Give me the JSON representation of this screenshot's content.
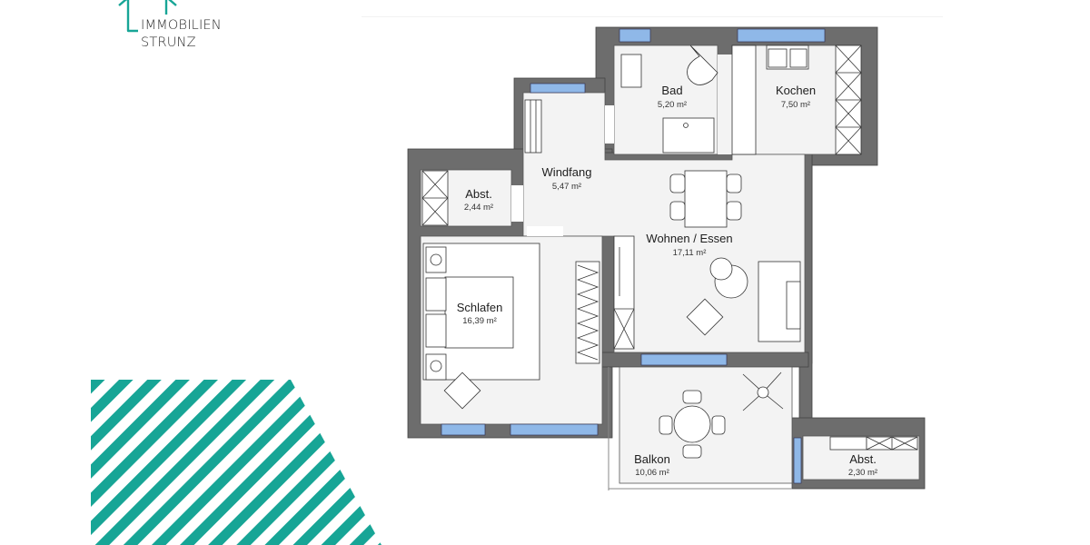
{
  "brand": {
    "line1": "IMMOBILIEN",
    "line2": "STRUNZ",
    "accent_color": "#17a596",
    "icon": "house-outline-icon"
  },
  "floorplan": {
    "colors": {
      "wall": "#6d6d6d",
      "floor": "#f3f3f3",
      "window": "#8fb8e8",
      "stripe": "#17a596"
    },
    "rooms": [
      {
        "id": "bad",
        "name": "Bad",
        "area": "5,20 m²"
      },
      {
        "id": "kochen",
        "name": "Kochen",
        "area": "7,50 m²"
      },
      {
        "id": "windfang",
        "name": "Windfang",
        "area": "5,47 m²"
      },
      {
        "id": "abst1",
        "name": "Abst.",
        "area": "2,44 m²"
      },
      {
        "id": "wohnen",
        "name": "Wohnen / Essen",
        "area": "17,11 m²"
      },
      {
        "id": "schlafen",
        "name": "Schlafen",
        "area": "16,39 m²"
      },
      {
        "id": "balkon",
        "name": "Balkon",
        "area": "10,06 m²"
      },
      {
        "id": "abst2",
        "name": "Abst.",
        "area": "2,30 m²"
      }
    ]
  }
}
